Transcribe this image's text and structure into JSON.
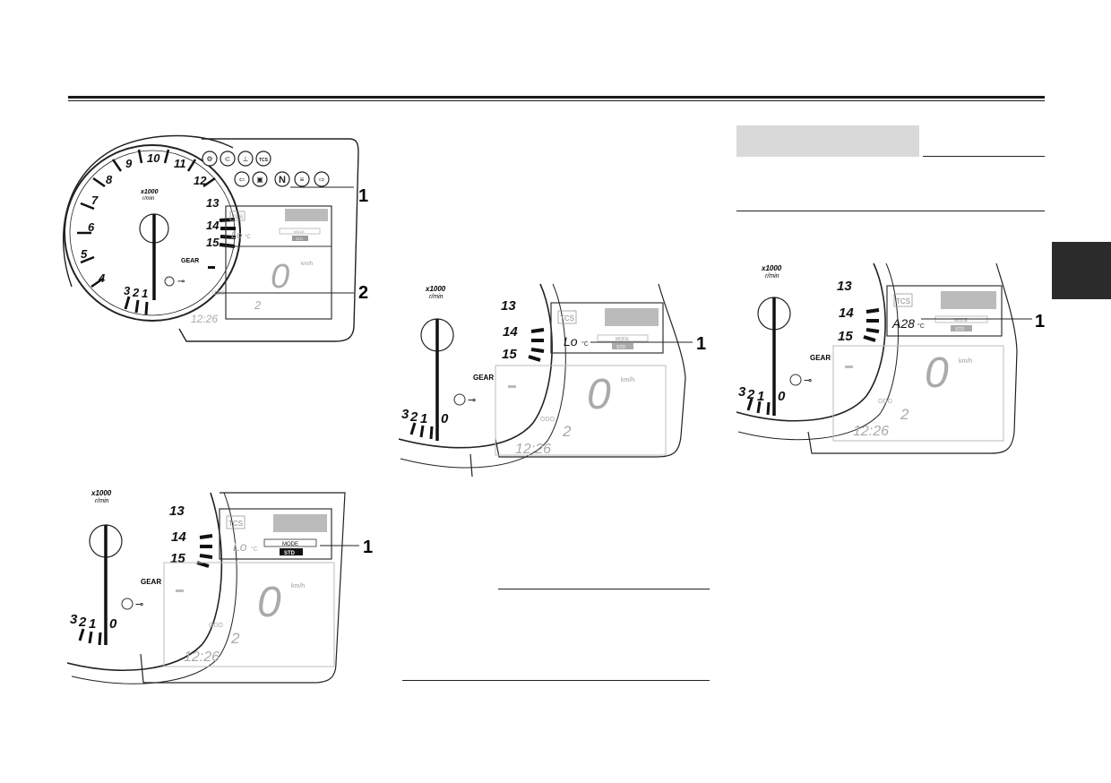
{
  "sidebar_tab": {
    "color": "#2b2b2b"
  },
  "figure1": {
    "tach_numbers": [
      "1",
      "2",
      "3",
      "4",
      "5",
      "6",
      "7",
      "8",
      "9",
      "10",
      "11",
      "12",
      "13",
      "14",
      "15"
    ],
    "rpm_unit_top": "x1000",
    "rpm_unit_bottom": "r/min",
    "gear_label": "GEAR",
    "gear_value": "-",
    "tcs_label": "TCS",
    "temp_value": "Lo",
    "temp_unit": "°C",
    "mode_label": "MODE",
    "mode_value": "STD",
    "speed_value": "0",
    "speed_unit": "km/h",
    "odo_label": "ODO",
    "odo_value": "2",
    "clock": "12:26",
    "indicator_icons": [
      "engine-warning-icon",
      "oil-pressure-icon",
      "coolant-temp-icon",
      "tcs-indicator-icon",
      "left-turn-icon",
      "fuel-level-icon",
      "neutral-icon",
      "high-beam-icon",
      "right-turn-icon"
    ],
    "neutral_letter": "N",
    "callout_1": "1",
    "callout_2": "2"
  },
  "figure2": {
    "tach_numbers": [
      "0",
      "1",
      "2",
      "3",
      "13",
      "14",
      "15"
    ],
    "rpm_unit_top": "x1000",
    "rpm_unit_bottom": "r/min",
    "gear_label": "GEAR",
    "tcs_label": "TCS",
    "temp_value": "Lo",
    "temp_unit": "°C",
    "mode_label": "MODE",
    "mode_value": "STD",
    "speed_value": "0",
    "speed_unit": "km/h",
    "odo_label": "ODO",
    "odo_value": "2",
    "clock": "12:26",
    "callout_1": "1"
  },
  "figure3": {
    "tach_numbers": [
      "0",
      "1",
      "2",
      "3",
      "13",
      "14",
      "15"
    ],
    "rpm_unit_top": "x1000",
    "rpm_unit_bottom": "r/min",
    "gear_label": "GEAR",
    "tcs_label": "TCS",
    "temp_value": "Lo",
    "temp_unit": "°C",
    "mode_label": "MODE",
    "mode_value": "STD",
    "speed_value": "0",
    "speed_unit": "km/h",
    "odo_label": "ODO",
    "odo_value": "2",
    "clock": "12:26",
    "callout_1": "1"
  },
  "figure4": {
    "tach_numbers": [
      "0",
      "1",
      "2",
      "3",
      "13",
      "14",
      "15"
    ],
    "rpm_unit_top": "x1000",
    "rpm_unit_bottom": "r/min",
    "gear_label": "GEAR",
    "tcs_label": "TCS",
    "temp_value": "A28",
    "temp_unit": "°C",
    "mode_label": "MODE",
    "mode_value": "STD",
    "speed_value": "0",
    "speed_unit": "km/h",
    "odo_label": "ODO",
    "odo_value": "2",
    "clock": "12:26",
    "callout_1": "1"
  }
}
